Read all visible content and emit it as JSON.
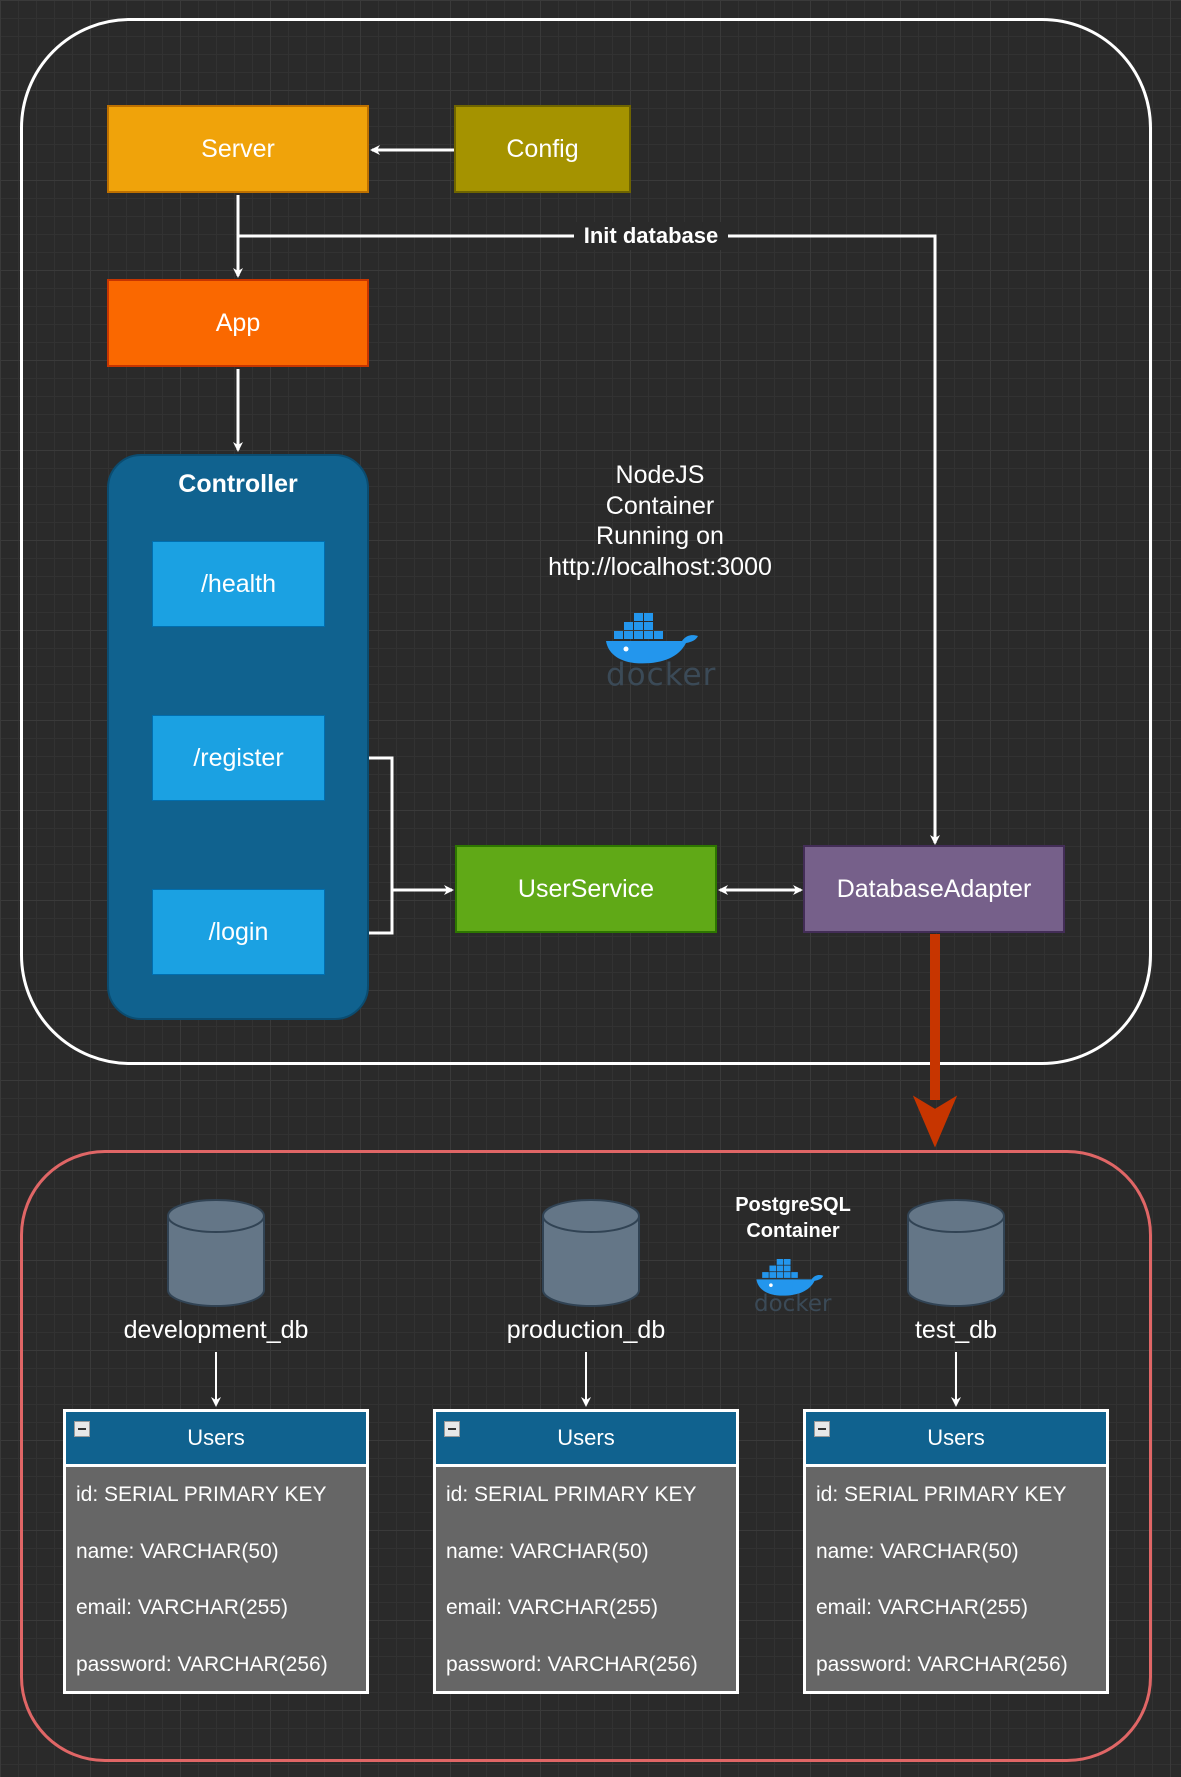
{
  "nodejs_container": {
    "caption": "NodeJS\nContainer\nRunning on\nhttp://localhost:3000",
    "docker_logo_text": "docker"
  },
  "nodes": {
    "server": "Server",
    "config": "Config",
    "app": "App",
    "controller": "Controller",
    "health": "/health",
    "register": "/register",
    "login": "/login",
    "user_service": "UserService",
    "database_adapter": "DatabaseAdapter"
  },
  "edges": {
    "init_database": "Init database"
  },
  "postgres_container": {
    "caption": "PostgreSQL\nContainer",
    "docker_logo_text": "docker"
  },
  "databases": [
    {
      "name": "development_db",
      "table": {
        "title": "Users",
        "fields": [
          "id: SERIAL PRIMARY KEY",
          "name: VARCHAR(50)",
          "email: VARCHAR(255)",
          "password: VARCHAR(256)"
        ]
      }
    },
    {
      "name": "production_db",
      "table": {
        "title": "Users",
        "fields": [
          "id: SERIAL PRIMARY KEY",
          "name: VARCHAR(50)",
          "email: VARCHAR(255)",
          "password: VARCHAR(256)"
        ]
      }
    },
    {
      "name": "test_db",
      "table": {
        "title": "Users",
        "fields": [
          "id: SERIAL PRIMARY KEY",
          "name: VARCHAR(50)",
          "email: VARCHAR(255)",
          "password: VARCHAR(256)"
        ]
      }
    }
  ],
  "colors": {
    "server": "#f0a30a",
    "config": "#a59300",
    "app": "#fa6800",
    "controller": "#10628f",
    "endpoint": "#1ba1e2",
    "user_service": "#60a917",
    "database_adapter": "#76608a",
    "postgres_arrow": "#c73500",
    "postgres_border": "#e06666",
    "docker_blue": "#2396ed"
  }
}
